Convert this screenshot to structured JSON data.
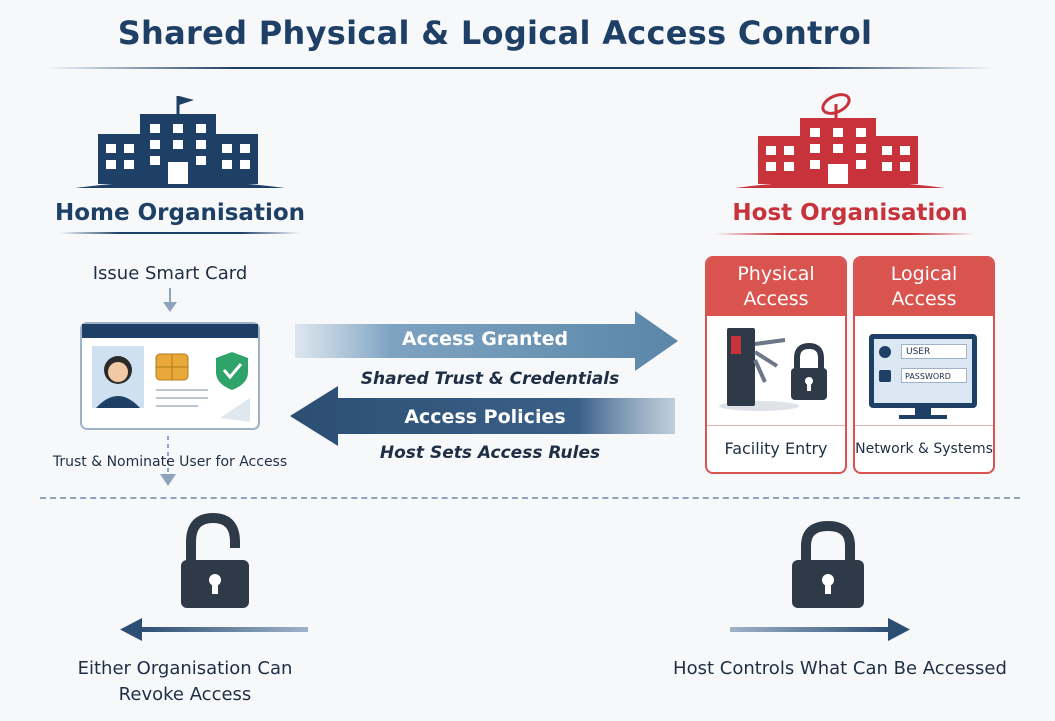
{
  "title": "Shared Physical & Logical Access Control",
  "home": {
    "title": "Home Organisation",
    "issue_label": "Issue Smart Card",
    "trust_label": "Trust & Nominate User for Access"
  },
  "host": {
    "title": "Host Organisation",
    "physical": {
      "title_line1": "Physical",
      "title_line2": "Access",
      "footer": "Facility Entry"
    },
    "logical": {
      "title_line1": "Logical",
      "title_line2": "Access",
      "footer": "Network & Systems",
      "user_field": "USER",
      "password_field": "PASSWORD"
    }
  },
  "flows": {
    "granted": "Access Granted",
    "granted_sub": "Shared Trust & Credentials",
    "policies": "Access Policies",
    "policies_sub": "Host Sets Access Rules"
  },
  "bottom": {
    "revoke_line1": "Either Organisation Can",
    "revoke_line2": "Revoke Access",
    "host_controls": "Host Controls What Can Be Accessed"
  },
  "colors": {
    "navy": "#1e3f66",
    "red": "#c8323a",
    "panel_red": "#d9534f",
    "steel": "#5a86a8"
  }
}
